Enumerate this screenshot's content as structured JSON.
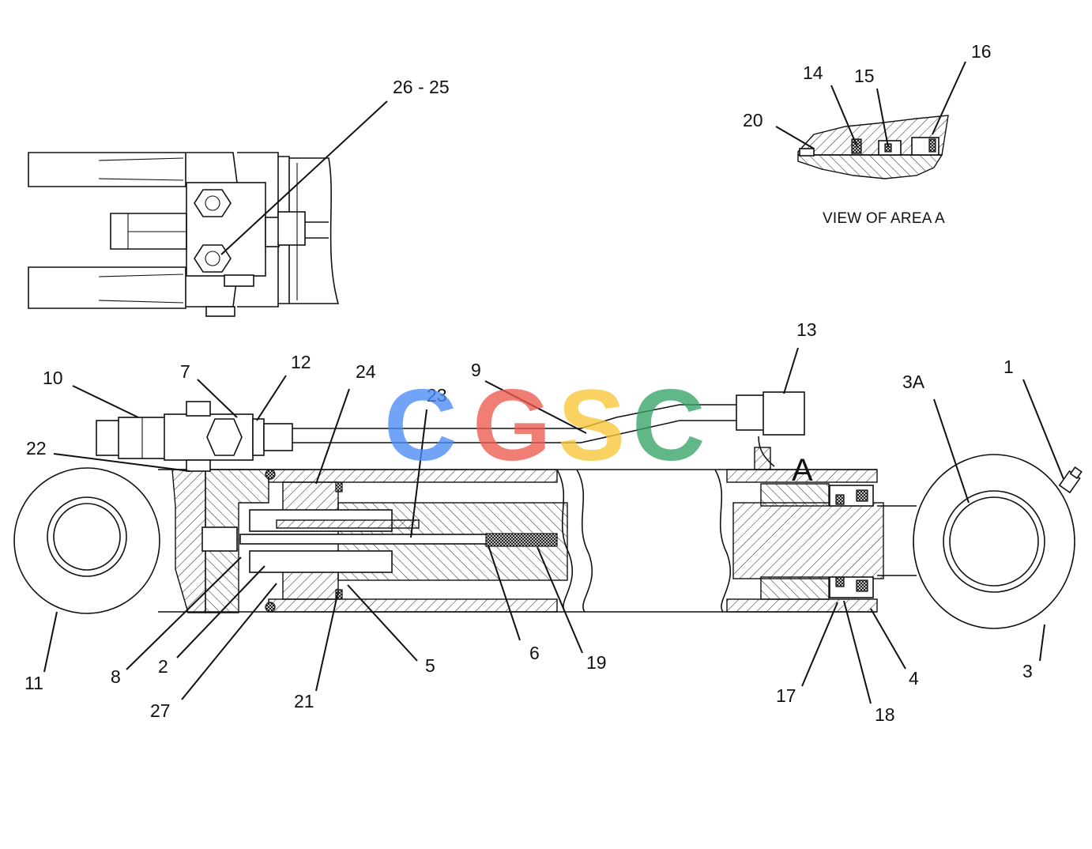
{
  "watermark": {
    "letters": [
      {
        "char": "C",
        "color": "#4A8BF5"
      },
      {
        "char": "G",
        "color": "#EE5A4F"
      },
      {
        "char": "S",
        "color": "#F9C636"
      },
      {
        "char": "C",
        "color": "#36A366"
      }
    ]
  },
  "view_caption": "VIEW OF AREA A",
  "area_marker": "A",
  "callouts": {
    "c26_25": "26 - 25",
    "c20": "20",
    "c14": "14",
    "c15": "15",
    "c16": "16",
    "c13": "13",
    "c10": "10",
    "c7": "7",
    "c12": "12",
    "c24": "24",
    "c9": "9",
    "c23": "23",
    "c3A": "3A",
    "c1": "1",
    "c22": "22",
    "c11": "11",
    "c8": "8",
    "c2": "2",
    "c27": "27",
    "c21": "21",
    "c5": "5",
    "c6": "6",
    "c19": "19",
    "c17": "17",
    "c18": "18",
    "c4": "4",
    "c3": "3"
  }
}
